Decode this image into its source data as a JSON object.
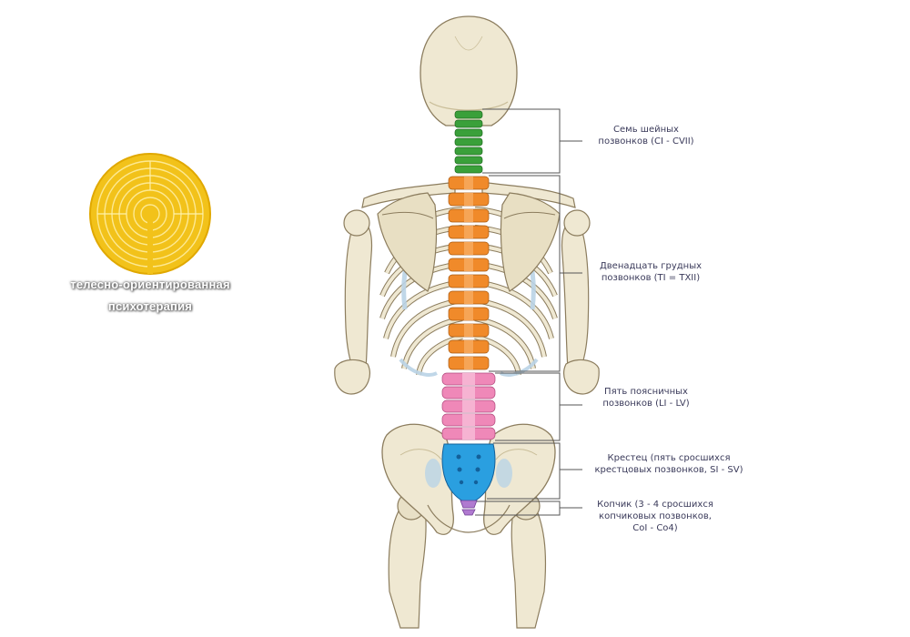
{
  "colors": {
    "bone": "#efe8d2",
    "bone_shade": "#d9cfb0",
    "bone_outline": "#8c7d5e",
    "cervical": "#3aa03a",
    "thoracic": "#f08a2a",
    "lumbar": "#ef88b8",
    "sacrum": "#2a9fe0",
    "coccyx": "#b07ad0",
    "cartilage": "#b9d3e6",
    "leader_line": "#555555",
    "logo_gold": "#f2c21a"
  },
  "logo": {
    "icon": "labyrinth-icon",
    "caption_line1": "телесно-ориентированная",
    "caption_line2": "психотерапия"
  },
  "labels": {
    "cervical": {
      "line1": "Семь шейных",
      "line2": "позвонков (CI - CVII)"
    },
    "thoracic": {
      "line1": "Двенадцать грудных",
      "line2": "позвонков (TI = TXII)"
    },
    "lumbar": {
      "line1": "Пять поясничных",
      "line2": "позвонков (LI - LV)"
    },
    "sacrum": {
      "line1": "Крестец (пять сросшихся",
      "line2": "крестцовых позвонков, SI - SV)"
    },
    "coccyx": {
      "line1": "Копчик (3 - 4 сросшихся",
      "line2": "копчиковых позвонков,",
      "line3": "CoI - Co4)"
    }
  }
}
